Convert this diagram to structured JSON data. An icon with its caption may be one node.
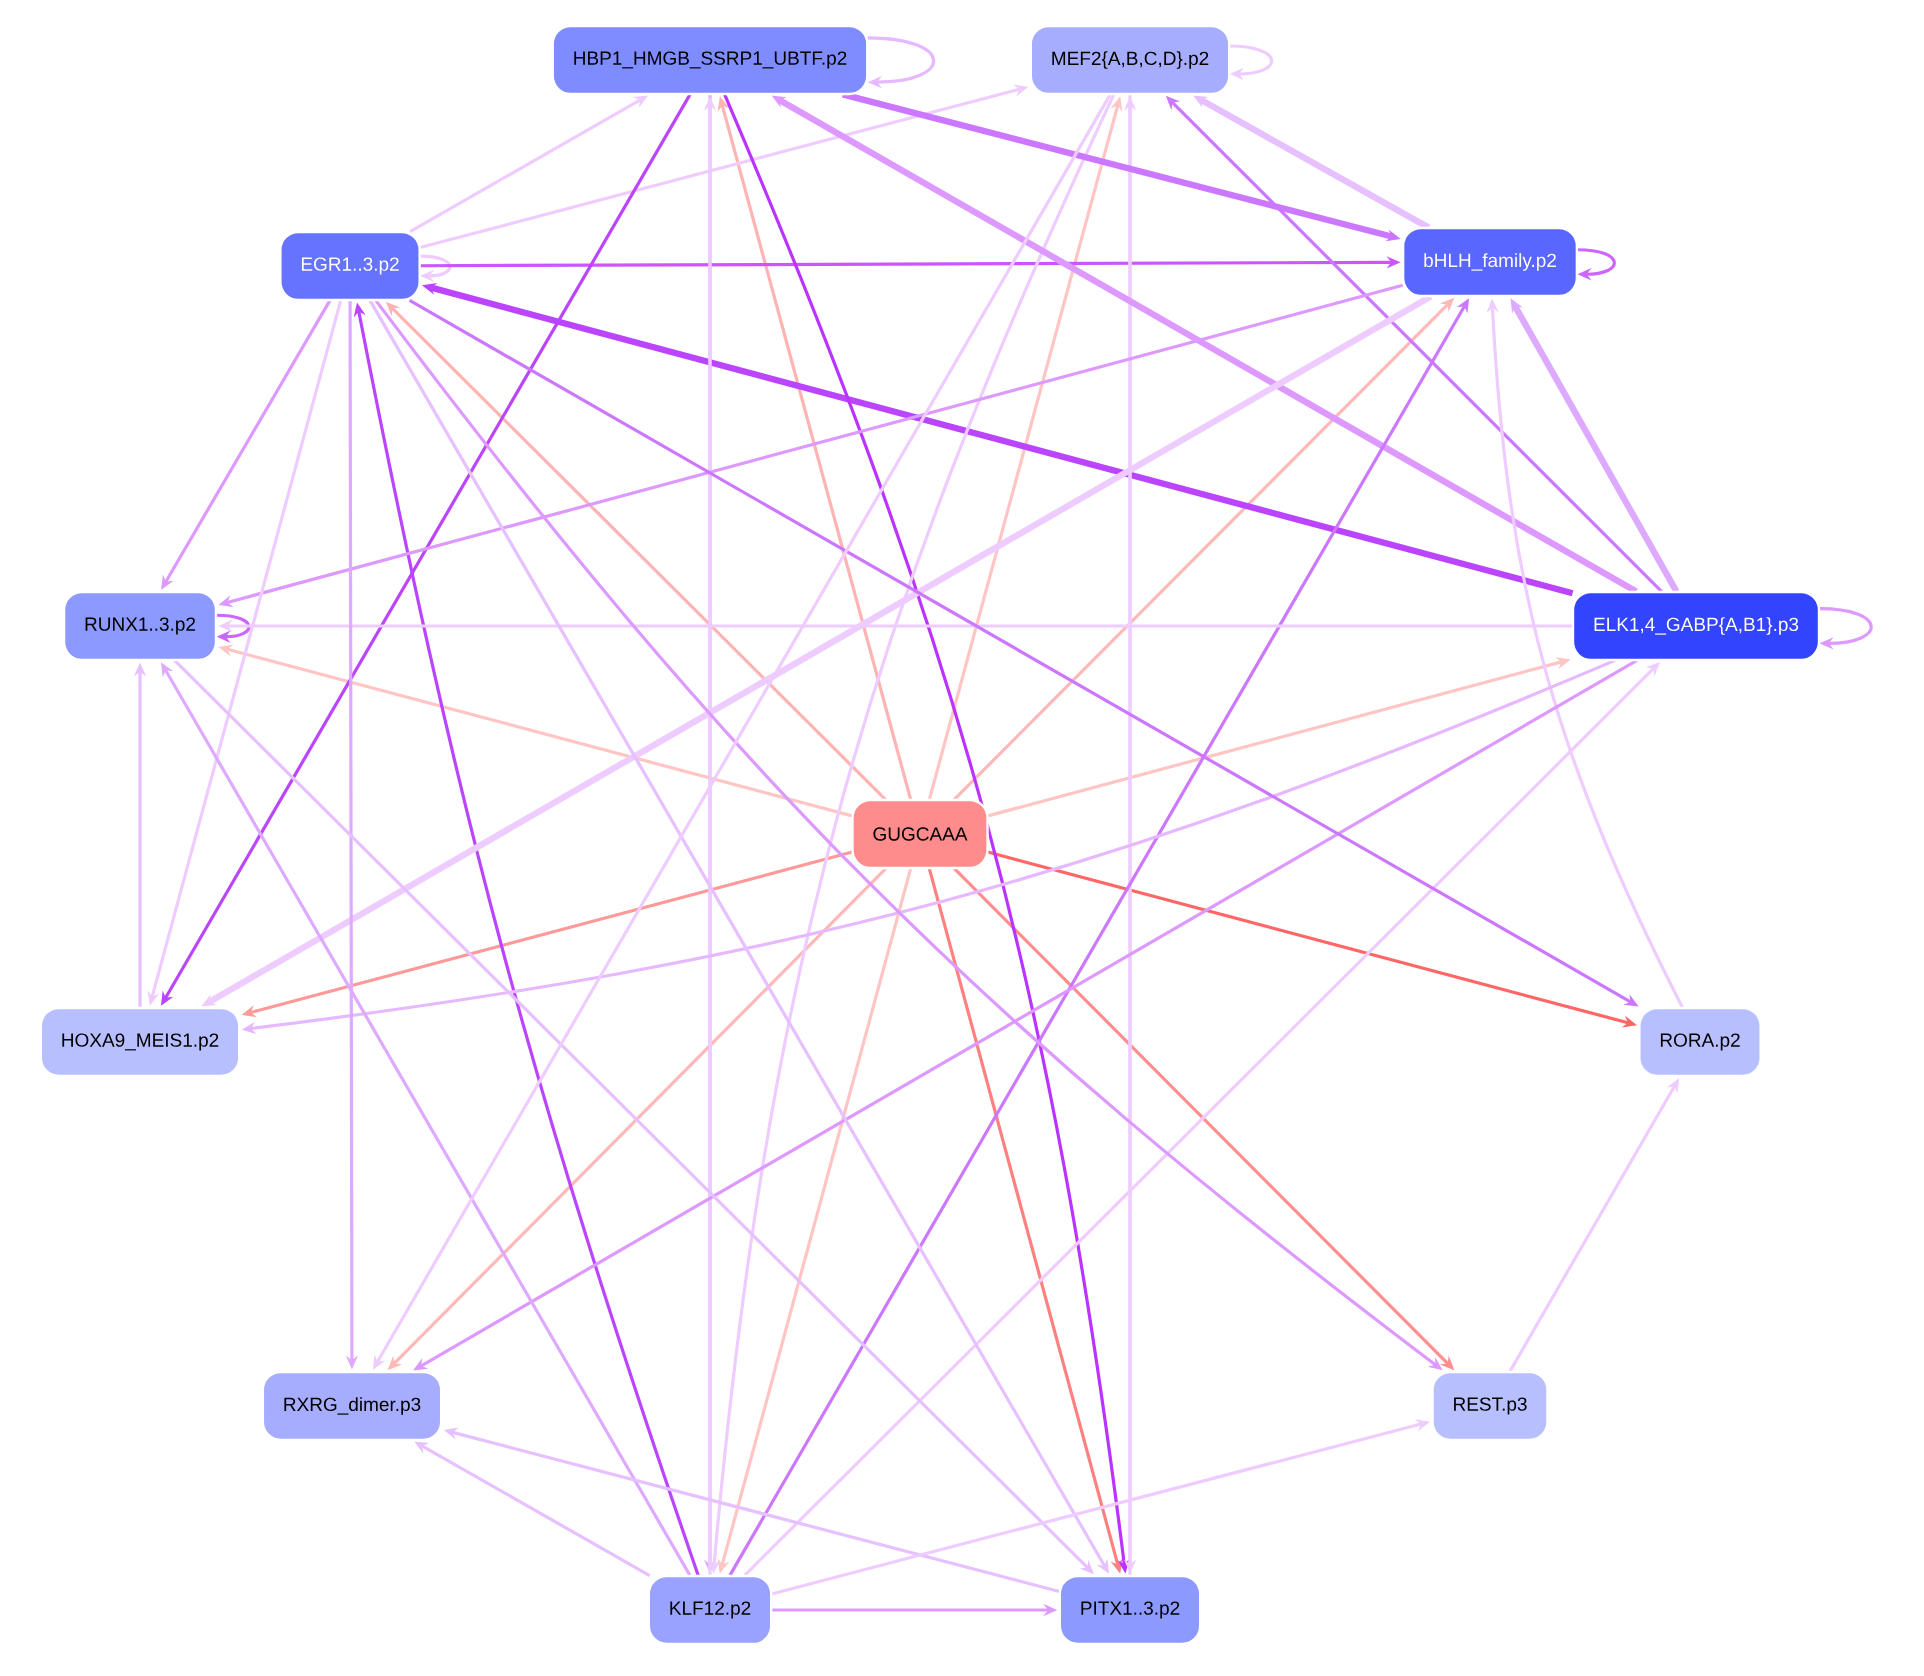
{
  "diagram": {
    "nodes": [
      {
        "text": [
          "HBP1_HMGB_SSRP1_UBTF.p2"
        ]
      },
      {
        "text": [
          "MEF2{A,B,C,D}.p2"
        ]
      },
      {
        "text": [
          "EGR1..3.p2"
        ]
      },
      {
        "text": [
          "bHLH_family.p2"
        ]
      },
      {
        "text": [
          "RUNX1..3.p2"
        ]
      },
      {
        "text": [
          "ELK1,4_GABP{A,B1}.p3"
        ]
      },
      {
        "text": [
          "GUGCAAA"
        ]
      },
      {
        "text": [
          "HOXA9_MEIS1.p2"
        ]
      },
      {
        "text": [
          "RORA.p2"
        ]
      },
      {
        "text": [
          "RXRG_dimer.p3"
        ]
      },
      {
        "text": [
          "REST.p3"
        ]
      },
      {
        "text": [
          "KLF12.p2"
        ]
      },
      {
        "text": [
          "PITX1..3.p2"
        ]
      }
    ],
    "edges": [
      {
        "from": 6,
        "to": 2,
        "arrow": "to",
        "color": "#ffb3b3"
      },
      {
        "from": 6,
        "to": 4,
        "arrow": "to",
        "color": "#ffc4c4"
      },
      {
        "from": 6,
        "to": 0,
        "arrow": "to",
        "color": "#ffb3b3"
      },
      {
        "from": 6,
        "to": 1,
        "arrow": "to",
        "color": "#ffc4c4"
      },
      {
        "from": 6,
        "to": 3,
        "arrow": "to",
        "color": "#ffb8b8"
      },
      {
        "from": 6,
        "to": 5,
        "arrow": "to",
        "color": "#ffc4c4"
      },
      {
        "from": 6,
        "to": 8,
        "arrow": "to",
        "color": "#ff6666"
      },
      {
        "from": 6,
        "to": 10,
        "arrow": "to",
        "color": "#ff8f8f"
      },
      {
        "from": 6,
        "to": 12,
        "arrow": "to",
        "color": "#ff8080"
      },
      {
        "from": 6,
        "to": 11,
        "arrow": "to",
        "color": "#ffc4c4"
      },
      {
        "from": 6,
        "to": 9,
        "arrow": "to",
        "color": "#ffb8b8"
      },
      {
        "from": 6,
        "to": 7,
        "arrow": "to",
        "color": "#ff9999"
      },
      {
        "from": 0,
        "to": 0,
        "arrow": "to",
        "color": "#e6b8ff"
      },
      {
        "from": 1,
        "to": 1,
        "arrow": "to",
        "color": "#eeccff"
      },
      {
        "from": 2,
        "to": 2,
        "arrow": "to",
        "color": "#eeccff"
      },
      {
        "from": 3,
        "to": 3,
        "arrow": "to",
        "color": "#cc66ff"
      },
      {
        "from": 4,
        "to": 4,
        "arrow": "to",
        "color": "#cc66ff"
      },
      {
        "from": 5,
        "to": 5,
        "arrow": "to",
        "color": "#dd99ff"
      },
      {
        "from": 2,
        "to": 3,
        "arrow": "to",
        "color": "#cc55ff"
      },
      {
        "from": 5,
        "to": 2,
        "arrow": "to",
        "color": "#bb44ff",
        "style": "thick"
      },
      {
        "from": 2,
        "to": 4,
        "arrow": "to",
        "color": "#dd99ff"
      },
      {
        "from": 2,
        "to": 0,
        "arrow": "to",
        "color": "#eeccff"
      },
      {
        "from": 2,
        "to": 1,
        "arrow": "to",
        "color": "#eeccff"
      },
      {
        "from": 0,
        "to": 7,
        "arrow": "to",
        "color": "#bb44ff"
      },
      {
        "from": 0,
        "to": 12,
        "arrow": "to",
        "color": "#bb33ff"
      },
      {
        "from": 0,
        "to": 11,
        "arrow": "to",
        "color": "#ddaaff"
      },
      {
        "from": 11,
        "to": 0,
        "arrow": "to",
        "color": "#eeccff"
      },
      {
        "from": 11,
        "to": 2,
        "arrow": "to",
        "color": "#bb44ff"
      },
      {
        "from": 1,
        "to": 11,
        "arrow": "to",
        "color": "#eeccff"
      },
      {
        "from": 1,
        "to": 12,
        "arrow": "to",
        "color": "#eeccff"
      },
      {
        "from": 12,
        "to": 1,
        "arrow": "to",
        "color": "#eeccff"
      },
      {
        "from": 5,
        "to": 1,
        "arrow": "to",
        "color": "#cc77ff"
      },
      {
        "from": 5,
        "to": 0,
        "arrow": "to",
        "color": "#dd99ff",
        "style": "thick"
      },
      {
        "from": 3,
        "to": 1,
        "arrow": "to",
        "color": "#e6c0ff",
        "style": "thick"
      },
      {
        "from": 0,
        "to": 3,
        "arrow": "to",
        "color": "#cc77ff",
        "style": "thick"
      },
      {
        "from": 5,
        "to": 3,
        "arrow": "to",
        "color": "#ddaaff",
        "style": "thick"
      },
      {
        "from": 3,
        "to": 4,
        "arrow": "to",
        "color": "#dd99ff"
      },
      {
        "from": 3,
        "to": 7,
        "arrow": "to",
        "color": "#eeccff",
        "style": "thick"
      },
      {
        "from": 11,
        "to": 3,
        "arrow": "to",
        "color": "#cc77ff"
      },
      {
        "from": 8,
        "to": 3,
        "arrow": "to",
        "color": "#eeccff"
      },
      {
        "from": 5,
        "to": 4,
        "arrow": "to",
        "color": "#eeccff"
      },
      {
        "from": 5,
        "to": 7,
        "arrow": "to",
        "color": "#e6b8ff"
      },
      {
        "from": 5,
        "to": 9,
        "arrow": "to",
        "color": "#dd99ff"
      },
      {
        "from": 11,
        "to": 5,
        "arrow": "to",
        "color": "#eeccff"
      },
      {
        "from": 2,
        "to": 8,
        "arrow": "to",
        "color": "#cc77ff"
      },
      {
        "from": 2,
        "to": 10,
        "arrow": "to",
        "color": "#dd99ff"
      },
      {
        "from": 2,
        "to": 12,
        "arrow": "to",
        "color": "#e6c0ff"
      },
      {
        "from": 2,
        "to": 9,
        "arrow": "to",
        "color": "#ddaaff"
      },
      {
        "from": 2,
        "to": 7,
        "arrow": "to",
        "color": "#eeccff"
      },
      {
        "from": 7,
        "to": 4,
        "arrow": "to",
        "color": "#e6c0ff"
      },
      {
        "from": 11,
        "to": 4,
        "arrow": "to",
        "color": "#ddaaff"
      },
      {
        "from": 4,
        "to": 12,
        "arrow": "to",
        "color": "#e6c0ff"
      },
      {
        "from": 1,
        "to": 9,
        "arrow": "to",
        "color": "#eeccff"
      },
      {
        "from": 11,
        "to": 9,
        "arrow": "to",
        "color": "#e6c0ff"
      },
      {
        "from": 12,
        "to": 9,
        "arrow": "to",
        "color": "#e6c0ff"
      },
      {
        "from": 11,
        "to": 12,
        "arrow": "to",
        "color": "#dd99ff"
      },
      {
        "from": 11,
        "to": 10,
        "arrow": "to",
        "color": "#eeccff"
      },
      {
        "from": 10,
        "to": 8,
        "arrow": "to",
        "color": "#eeccff"
      }
    ]
  }
}
